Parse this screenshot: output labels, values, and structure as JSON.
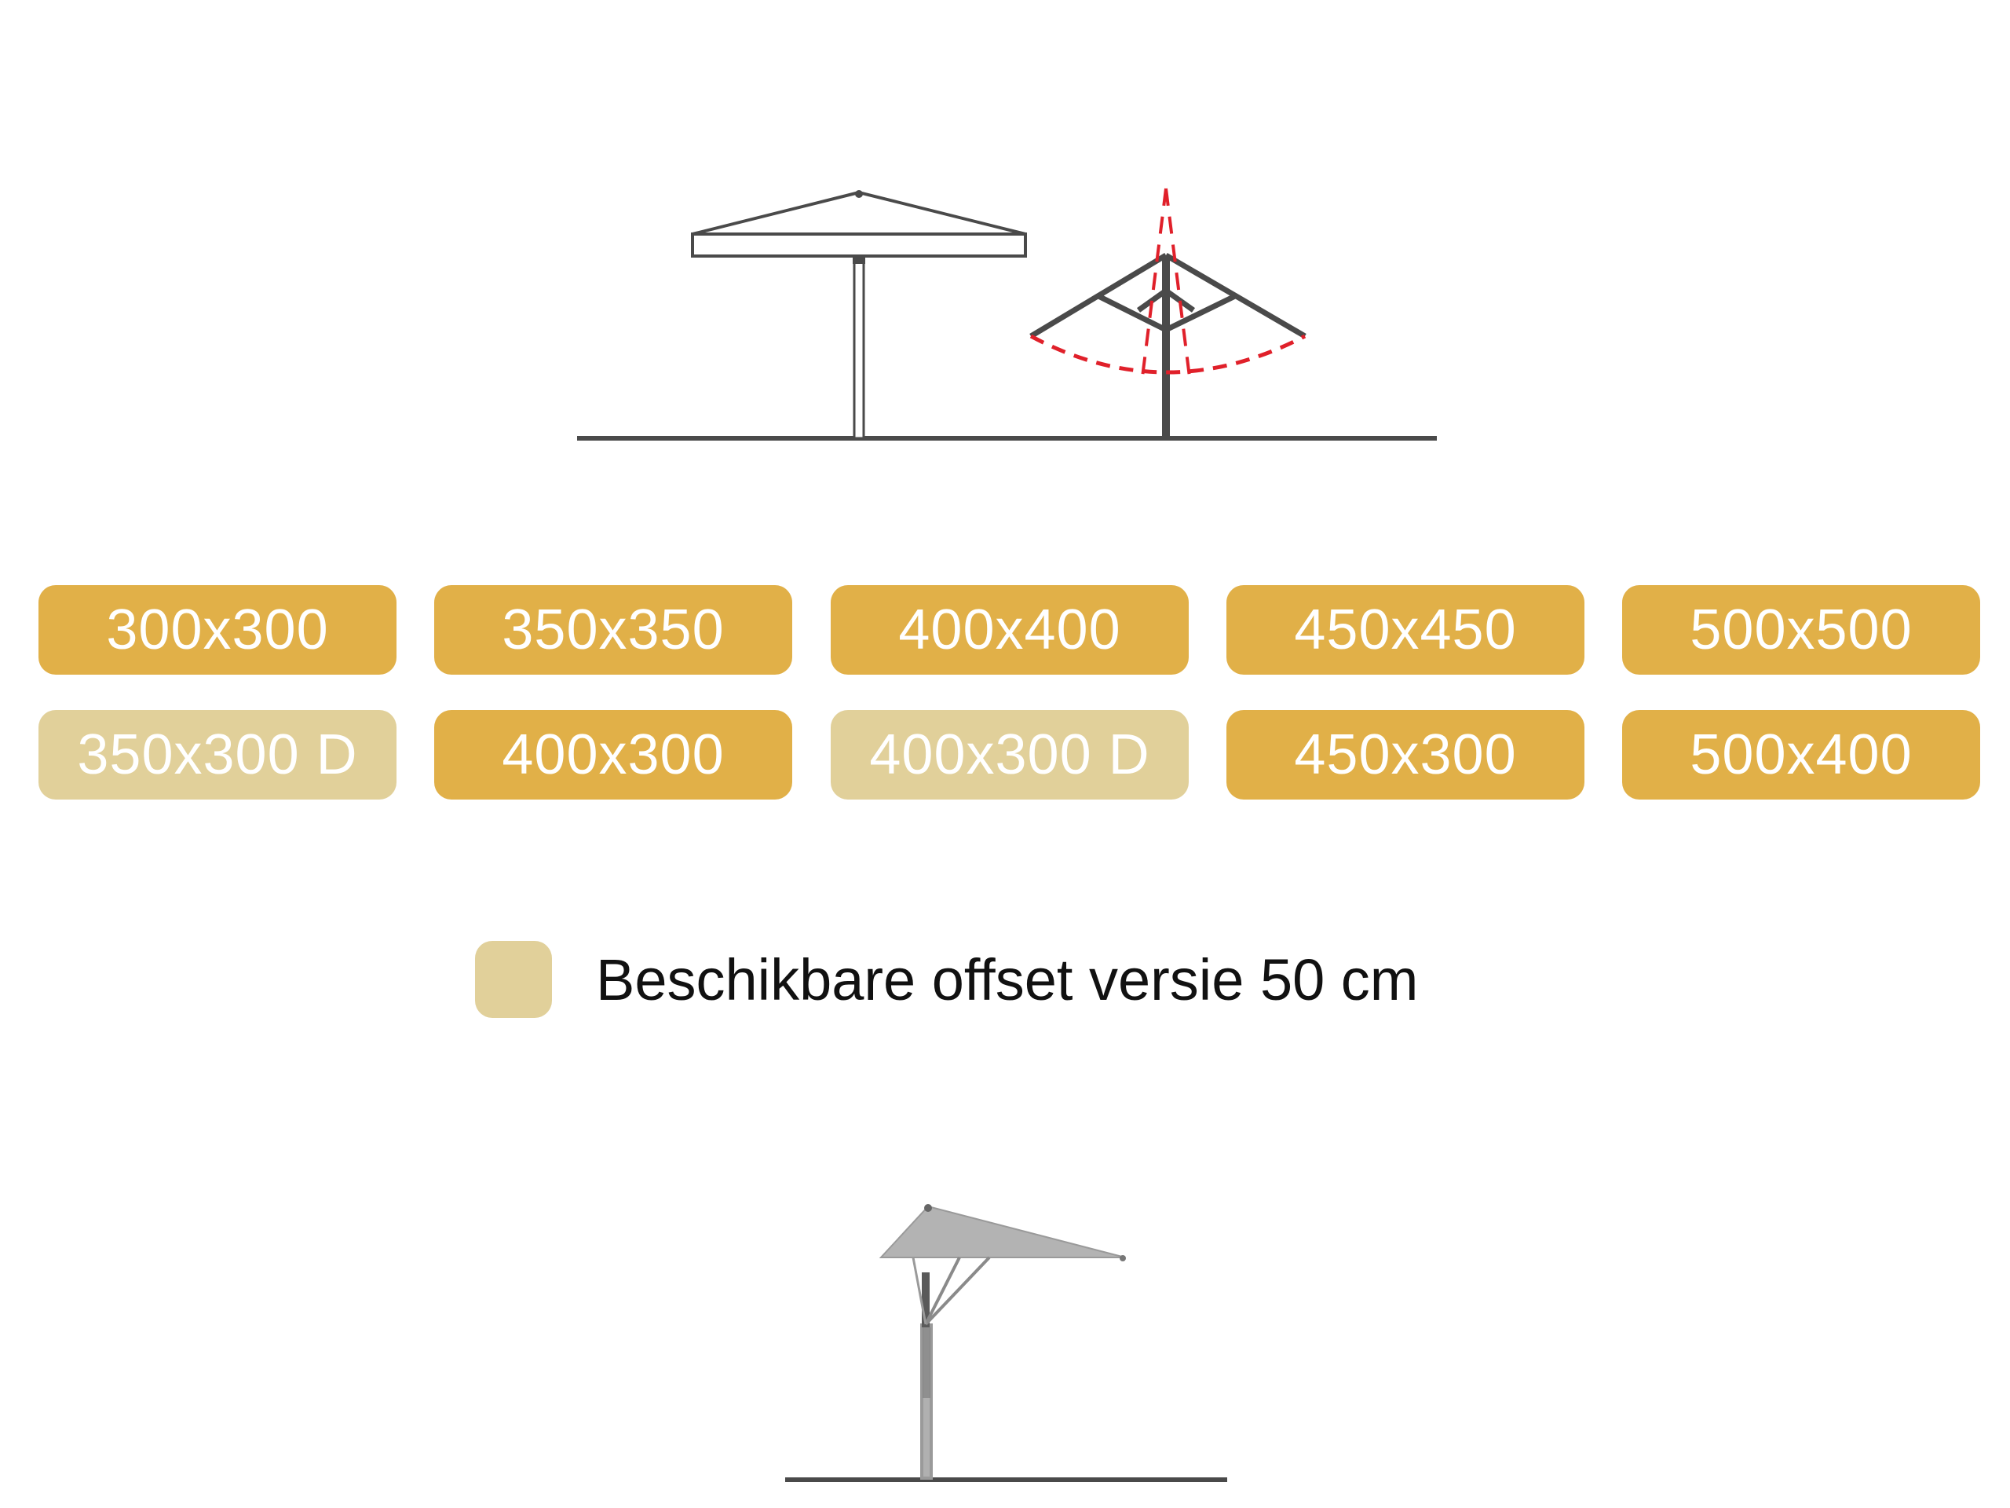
{
  "colors": {
    "standard": "#E1B048",
    "offset": "#E1D09A",
    "line": "#4a4a4a",
    "tilt_indicator": "#e0202a"
  },
  "top_illustration": {
    "left": "umbrella-open-icon",
    "right": "umbrella-tilt-icon"
  },
  "sizes": {
    "row1": [
      {
        "label": "300x300",
        "variant": "standard"
      },
      {
        "label": "350x350",
        "variant": "standard"
      },
      {
        "label": "400x400",
        "variant": "standard"
      },
      {
        "label": "450x450",
        "variant": "standard"
      },
      {
        "label": "500x500",
        "variant": "standard"
      }
    ],
    "row2": [
      {
        "label": "350x300 D",
        "variant": "offset"
      },
      {
        "label": "400x300",
        "variant": "standard"
      },
      {
        "label": "400x300 D",
        "variant": "offset"
      },
      {
        "label": "450x300",
        "variant": "standard"
      },
      {
        "label": "500x400",
        "variant": "standard"
      }
    ]
  },
  "legend": {
    "text": "Beschikbare offset versie 50 cm"
  },
  "bottom_illustration": {
    "icon": "umbrella-offset-icon"
  }
}
